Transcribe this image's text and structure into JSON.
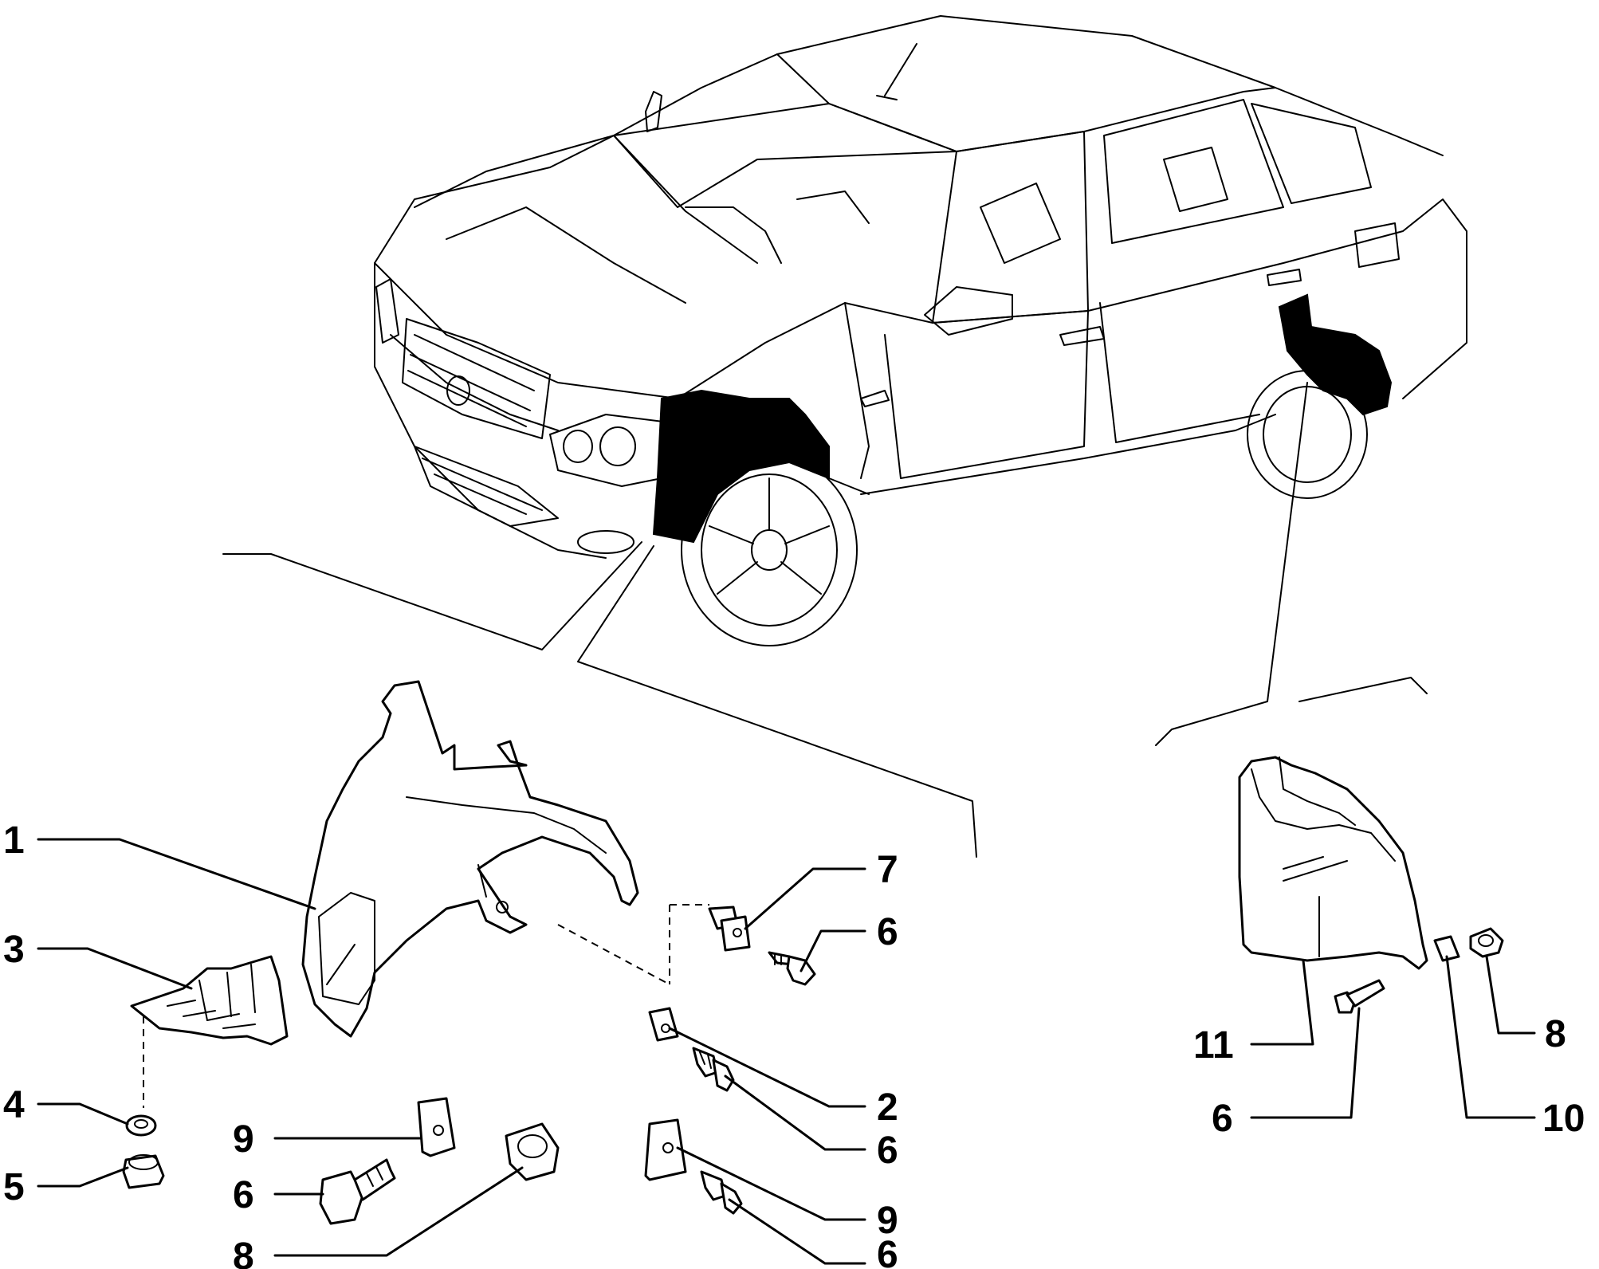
{
  "callouts": [
    {
      "id": "c1",
      "label": "1"
    },
    {
      "id": "c3",
      "label": "3"
    },
    {
      "id": "c4",
      "label": "4"
    },
    {
      "id": "c5",
      "label": "5"
    },
    {
      "id": "c9a",
      "label": "9"
    },
    {
      "id": "c6a",
      "label": "6"
    },
    {
      "id": "c8a",
      "label": "8"
    },
    {
      "id": "c7",
      "label": "7"
    },
    {
      "id": "c6b",
      "label": "6"
    },
    {
      "id": "c2",
      "label": "2"
    },
    {
      "id": "c6c",
      "label": "6"
    },
    {
      "id": "c9b",
      "label": "9"
    },
    {
      "id": "c6d",
      "label": "6"
    },
    {
      "id": "c11",
      "label": "11"
    },
    {
      "id": "c6e",
      "label": "6"
    },
    {
      "id": "c8b",
      "label": "8"
    },
    {
      "id": "c10",
      "label": "10"
    }
  ]
}
